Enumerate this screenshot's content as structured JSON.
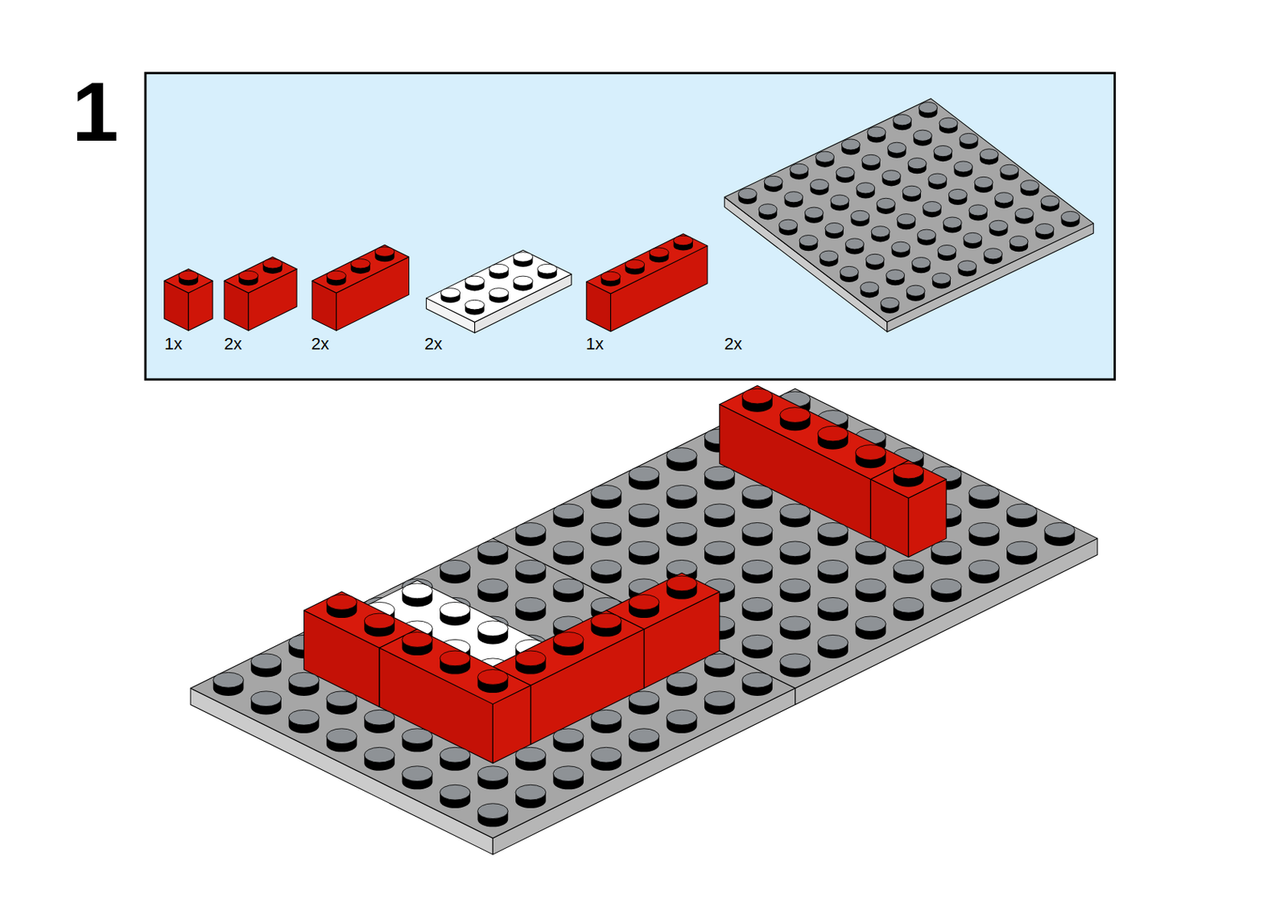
{
  "diagram": {
    "labels": [
      "1",
      "1x",
      "2x",
      "2x",
      "2x",
      "1x",
      "2x"
    ]
  }
}
